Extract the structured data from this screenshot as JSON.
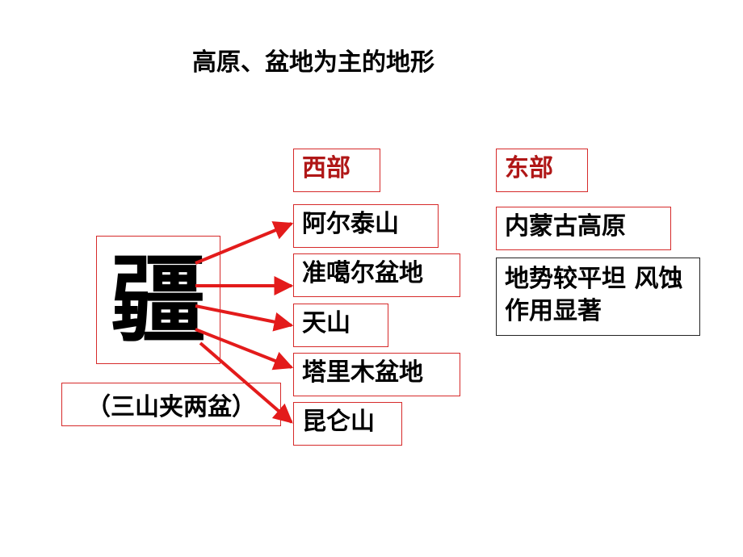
{
  "title": "高原、盆地为主的地形",
  "center": {
    "char": "疆",
    "note": "（三山夹两盆）"
  },
  "west": {
    "header": "西部",
    "items": [
      "阿尔泰山",
      "准噶尔盆地",
      "天山",
      "塔里木盆地",
      "昆仑山"
    ]
  },
  "east": {
    "header": "东部",
    "plateau": "内蒙古高原",
    "description": "地势较平坦 风蚀作用显著"
  },
  "colors": {
    "arrow": "#e31b1b",
    "border_red": "#d62a2a",
    "header_text": "#b01717"
  }
}
